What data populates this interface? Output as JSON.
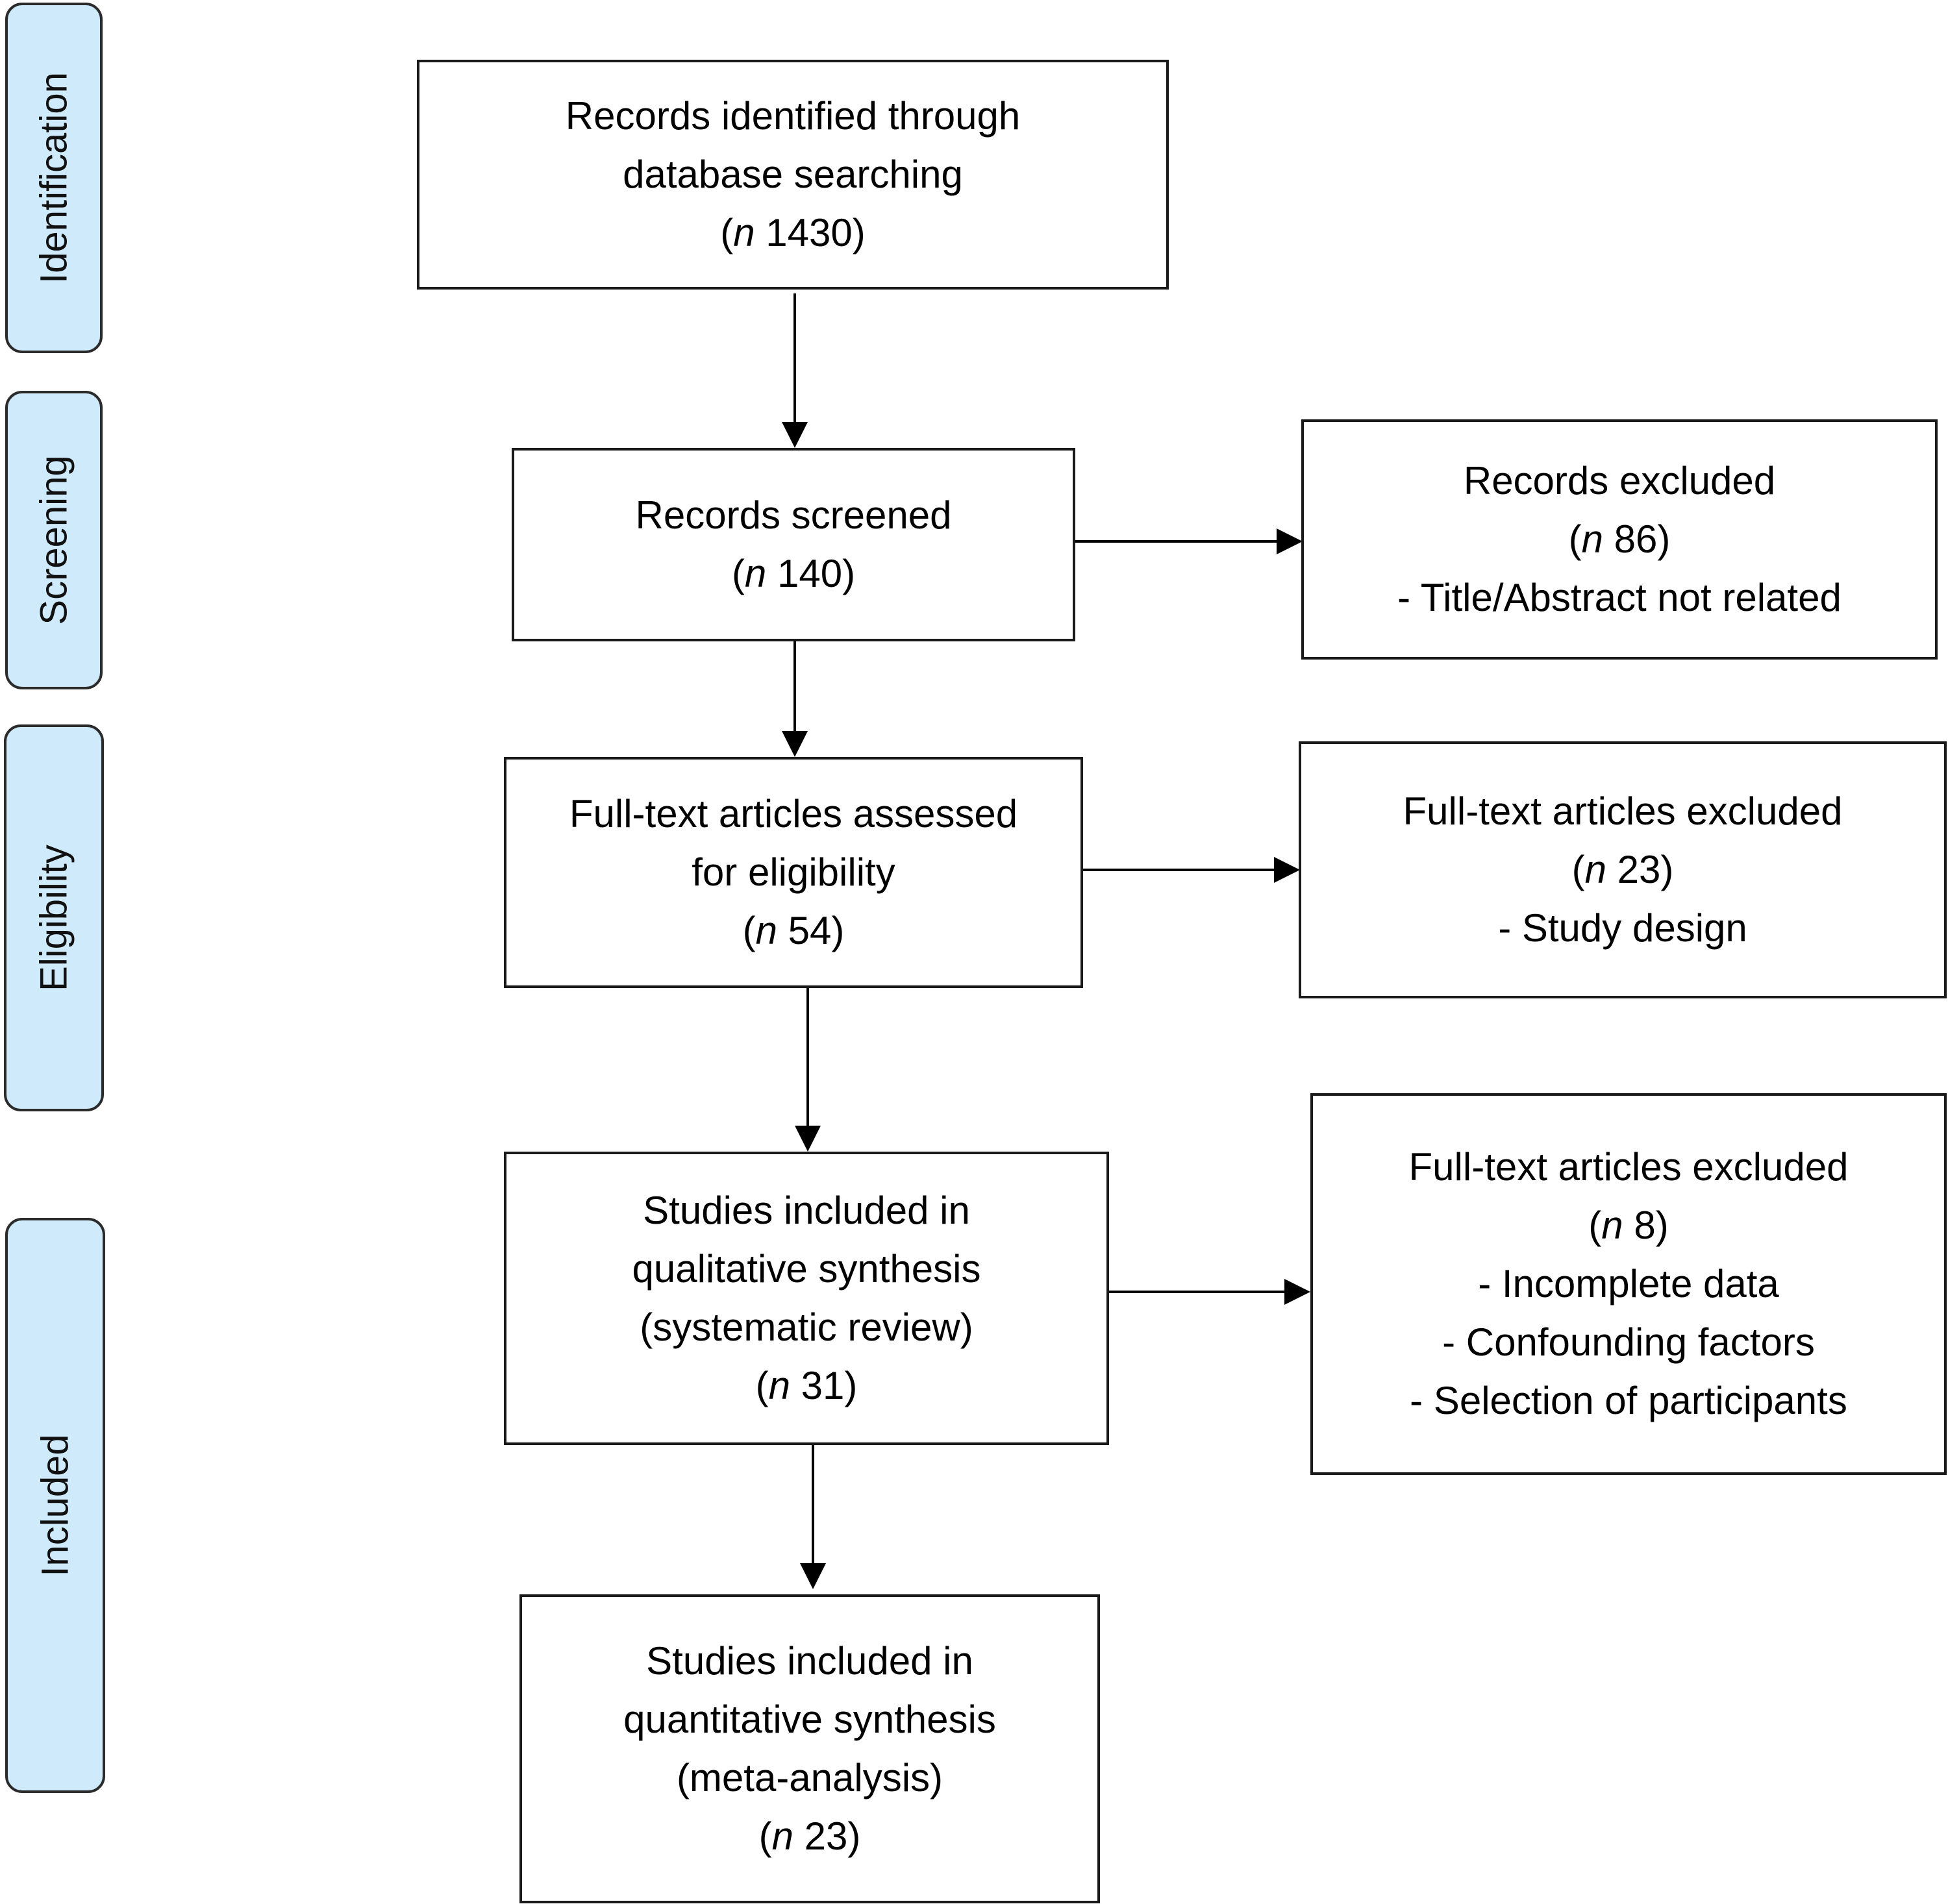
{
  "phases": [
    {
      "label": "Identification"
    },
    {
      "label": "Screening"
    },
    {
      "label": "Eligibility"
    },
    {
      "label": "Included"
    }
  ],
  "boxes": {
    "identified": {
      "lines": [
        "Records identified through",
        "database searching"
      ],
      "n_prefix": "n",
      "n_value": "1430"
    },
    "screened": {
      "lines": [
        "Records screened"
      ],
      "n_prefix": "n",
      "n_value": "140"
    },
    "records_excluded": {
      "lines": [
        "Records excluded"
      ],
      "n_prefix": "n",
      "n_value": "86",
      "reasons": [
        "- Title/Abstract not related"
      ]
    },
    "full_text_assessed": {
      "lines": [
        "Full-text articles assessed",
        "for eligibility"
      ],
      "n_prefix": "n",
      "n_value": "54"
    },
    "full_text_excluded_1": {
      "lines": [
        "Full-text articles excluded"
      ],
      "n_prefix": "n",
      "n_value": "23",
      "reasons": [
        "- Study design"
      ]
    },
    "qualitative": {
      "lines": [
        "Studies included in",
        "qualitative synthesis",
        "(systematic review)"
      ],
      "n_prefix": "n",
      "n_value": "31"
    },
    "full_text_excluded_2": {
      "lines": [
        "Full-text articles excluded"
      ],
      "n_prefix": "n",
      "n_value": "8",
      "reasons": [
        "- Incomplete data",
        "- Confounding factors",
        "- Selection of participants"
      ]
    },
    "quantitative": {
      "lines": [
        "Studies included in",
        "quantitative synthesis",
        "(meta-analysis)"
      ],
      "n_prefix": "n",
      "n_value": "23"
    }
  }
}
